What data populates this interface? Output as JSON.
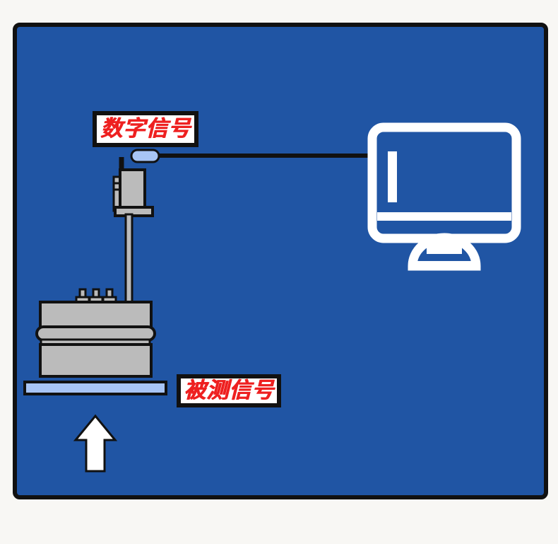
{
  "diagram": {
    "title": "Vibration measurement setup schematic",
    "background_color": "#f8f7f4",
    "panel_color": "#2055A4",
    "outline_color": "#111111",
    "metal_color": "#bbbbbb",
    "accent_light_blue": "#a8c5f5",
    "label_text_color": "#EE2020",
    "label_box_color": "#ffffff"
  },
  "labels": {
    "digital_signal": "数字信号",
    "measured_signal": "被测信号"
  },
  "components": {
    "monitor": "computer-monitor",
    "sensor": "vibration-sensor",
    "connector": "sensor-connector-plug",
    "cable": "signal-cable",
    "rod": "sensor-mounting-rod",
    "shaker_top": "shaker-top-block",
    "shaker_band": "shaker-coil-band",
    "shaker_base": "shaker-base-block",
    "posts": "terminal-posts",
    "specimen_bar": "specimen-bar",
    "arrow": "excitation-direction-arrow"
  }
}
